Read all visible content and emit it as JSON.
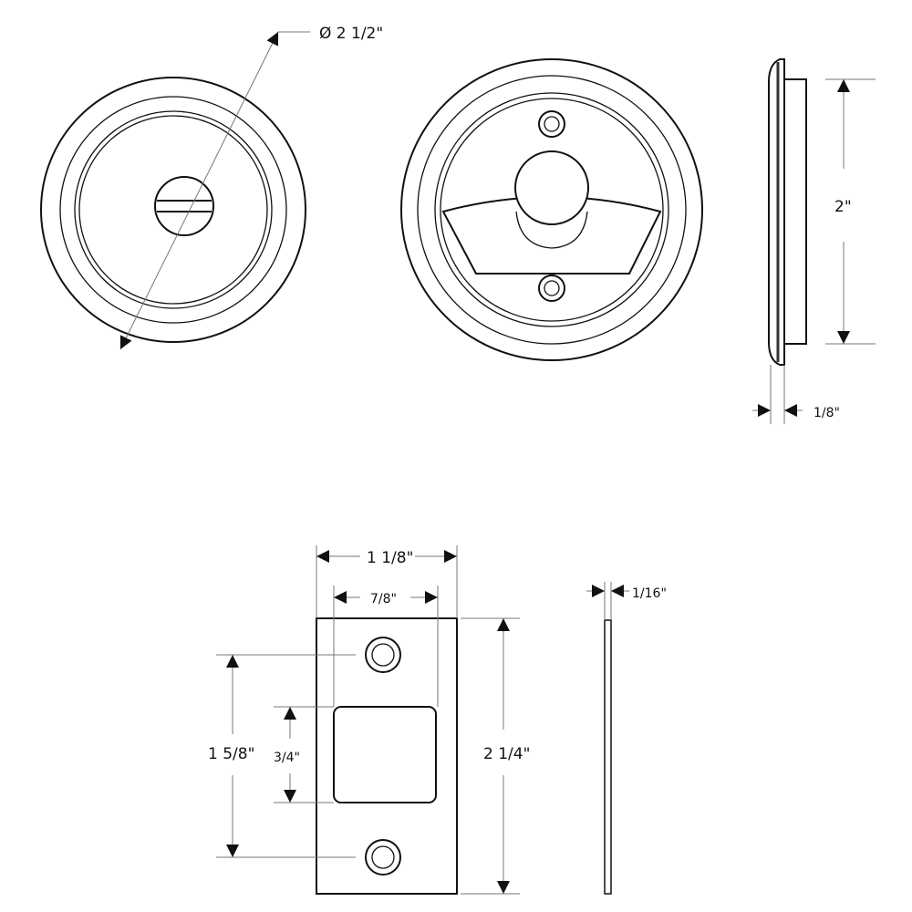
{
  "labels": {
    "diameter": "Ø 2 1/2\"",
    "side_height": "2\"",
    "side_thickness": "1/8\"",
    "strike_width": "1 1/8\"",
    "strike_inner_width": "7/8\"",
    "strike_height": "2 1/4\"",
    "hole_spacing": "1 5/8\"",
    "opening_height": "3/4\"",
    "edge_thickness": "1/16\""
  }
}
